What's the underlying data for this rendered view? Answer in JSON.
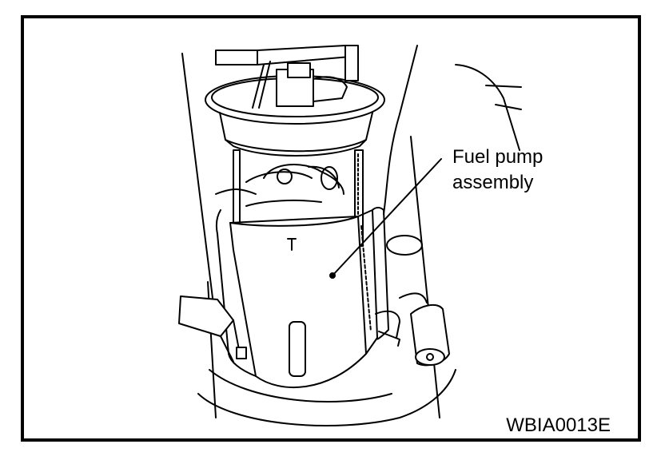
{
  "callout": {
    "line1": "Fuel pump",
    "line2": "assembly"
  },
  "figure_id": "WBIA0013E",
  "colors": {
    "stroke": "#000000",
    "fill": "#ffffff"
  }
}
